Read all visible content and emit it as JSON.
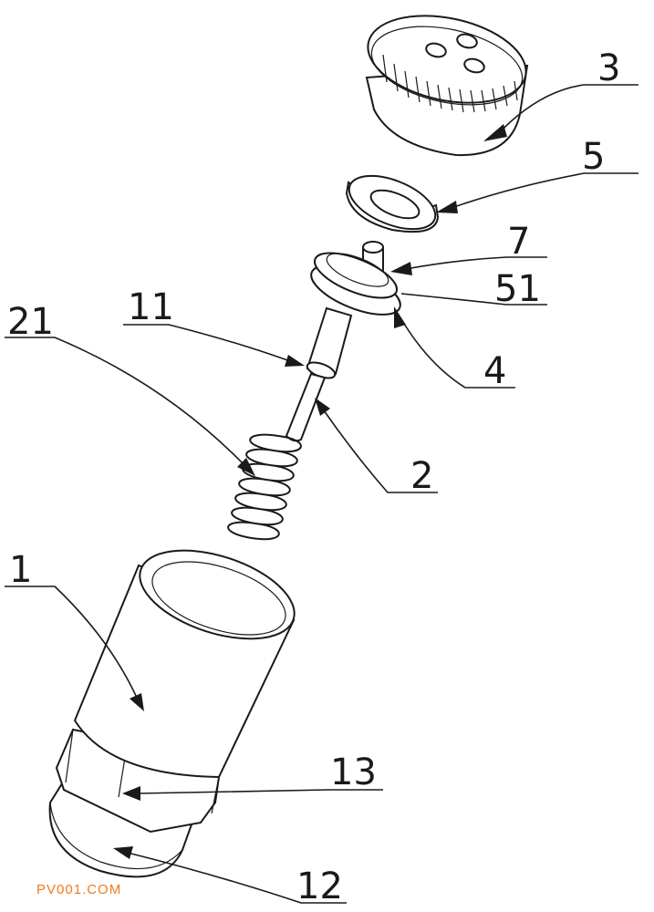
{
  "labels": {
    "l3": "3",
    "l5": "5",
    "l7": "7",
    "l51": "51",
    "l11": "11",
    "l21": "21",
    "l4": "4",
    "l2": "2",
    "l1": "1",
    "l13": "13",
    "l12": "12"
  },
  "watermark": "PV001.COM",
  "colors": {
    "line": "#1a1a1a",
    "watermark": "#f07a1a",
    "background": "#ffffff"
  }
}
